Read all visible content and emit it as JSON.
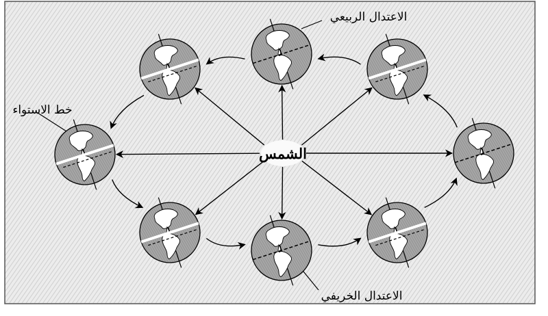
{
  "labels": {
    "sun": "الشمس",
    "spring_equinox": "الاعتدال الربيعي",
    "autumn_equinox": "الاعتدال الخريفي",
    "equator": "خط الاستواء"
  },
  "earths": [
    {
      "id": "left",
      "line": "white",
      "tilt": -18
    },
    {
      "id": "upper-left",
      "line": "white",
      "tilt": -18
    },
    {
      "id": "top",
      "line": "dashed",
      "tilt": -18
    },
    {
      "id": "upper-right",
      "line": "white",
      "tilt": -18
    },
    {
      "id": "right",
      "line": "dashed",
      "tilt": -18
    },
    {
      "id": "lower-right",
      "line": "white",
      "tilt": -18
    },
    {
      "id": "bottom",
      "line": "dashed",
      "tilt": -18
    },
    {
      "id": "lower-left",
      "line": "white",
      "tilt": -18
    }
  ],
  "colors": {
    "background": "#e6e6e6",
    "earth": "#9b9b9b",
    "land": "#ffffff",
    "line": "#000000"
  }
}
